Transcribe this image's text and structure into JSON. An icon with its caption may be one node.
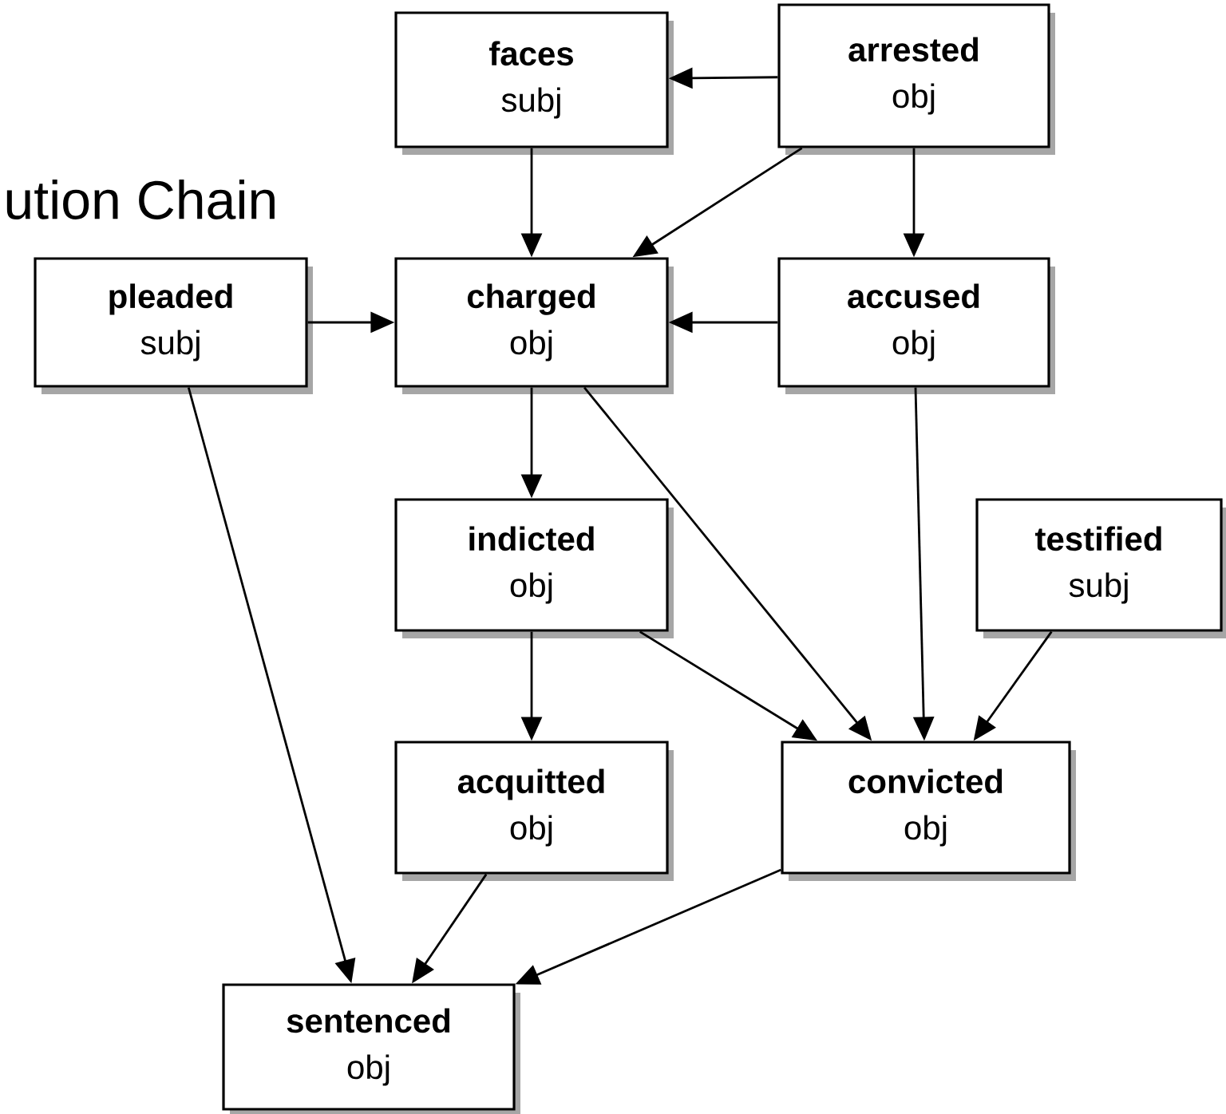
{
  "diagram": {
    "title": "ution Chain",
    "nodes": [
      {
        "text": [
          "faces",
          "subj"
        ]
      },
      {
        "text": [
          "arrested",
          "obj"
        ]
      },
      {
        "text": [
          "pleaded",
          "subj"
        ]
      },
      {
        "text": [
          "charged",
          "obj"
        ]
      },
      {
        "text": [
          "accused",
          "obj"
        ]
      },
      {
        "text": [
          "indicted",
          "obj"
        ]
      },
      {
        "text": [
          "testified",
          "subj"
        ]
      },
      {
        "text": [
          "acquitted",
          "obj"
        ]
      },
      {
        "text": [
          "convicted",
          "obj"
        ]
      },
      {
        "text": [
          "sentenced",
          "obj"
        ]
      }
    ],
    "edges": [
      {
        "from": 1,
        "to": 0,
        "arrow": "to"
      },
      {
        "from": 0,
        "to": 3,
        "arrow": "to"
      },
      {
        "from": 1,
        "to": 3,
        "arrow": "to"
      },
      {
        "from": 1,
        "to": 4,
        "arrow": "to"
      },
      {
        "from": 2,
        "to": 3,
        "arrow": "to"
      },
      {
        "from": 4,
        "to": 3,
        "arrow": "to"
      },
      {
        "from": 3,
        "to": 5,
        "arrow": "to"
      },
      {
        "from": 3,
        "to": 8,
        "arrow": "to"
      },
      {
        "from": 4,
        "to": 8,
        "arrow": "to"
      },
      {
        "from": 5,
        "to": 8,
        "arrow": "to"
      },
      {
        "from": 6,
        "to": 8,
        "arrow": "to"
      },
      {
        "from": 5,
        "to": 7,
        "arrow": "to"
      },
      {
        "from": 2,
        "to": 9,
        "arrow": "to"
      },
      {
        "from": 7,
        "to": 9,
        "arrow": "to"
      },
      {
        "from": 8,
        "to": 9,
        "arrow": "to"
      }
    ]
  }
}
